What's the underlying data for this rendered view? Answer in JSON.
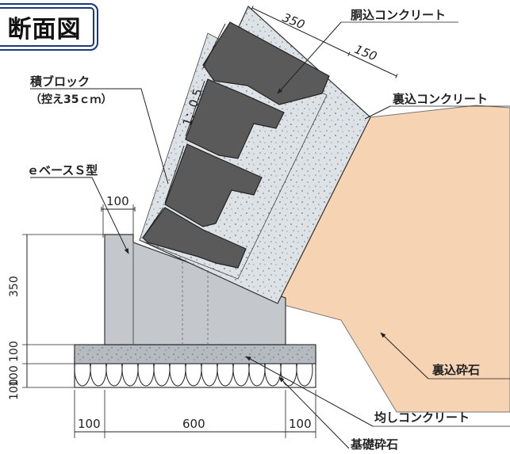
{
  "title": "断面図",
  "labels": {
    "dogomi": "胴込コンクリート",
    "uragomi_concrete": "裏込コンクリート",
    "block": "積ブロック",
    "block_sub": "（控え35ｃｍ）",
    "ebase": "ｅベースＳ型",
    "uragomi_saiseki": "裏込砕石",
    "narashi": "均しコンクリート",
    "kiso": "基礎砕石",
    "slope": "1：0.5"
  },
  "dimensions": {
    "d350_top": "350",
    "d150": "150",
    "d100_top": "100",
    "d350_left": "350",
    "d100_left_a": "100",
    "d100_left_b": "100",
    "d100_left_c": "100",
    "d100_bottom_l": "100",
    "d600": "600",
    "d100_bottom_r": "100"
  },
  "colors": {
    "block": "#5a5a5a",
    "concrete_fill": "#d9dee3",
    "base": "#c4c8cc",
    "backfill_gravel": "#f6d3b2",
    "title_border": "#1c3a7a"
  }
}
